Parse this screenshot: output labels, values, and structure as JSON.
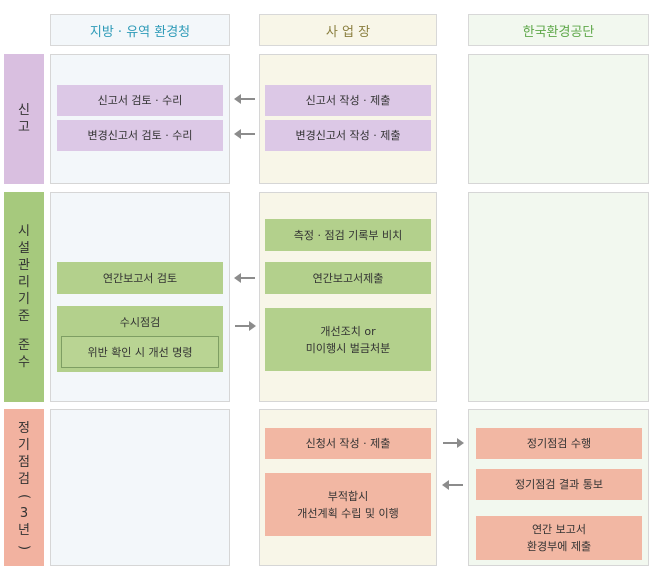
{
  "columns": [
    {
      "label": "지방 · 유역 환경청",
      "color": "#2f9bb8"
    },
    {
      "label": "사 업 장",
      "color": "#8a7f3f"
    },
    {
      "label": "한국환경공단",
      "color": "#5fa84a"
    }
  ],
  "rows": [
    {
      "label": "신고",
      "color": "#d9bfe0"
    },
    {
      "label": "시설관리기준 준수",
      "color": "#a6c97d"
    },
    {
      "label": "정기점검(3년)",
      "color": "#f2b2a0"
    }
  ],
  "boxes": {
    "review": "신고서 검토 · 수리",
    "change_review": "변경신고서 검토 · 수리",
    "write": "신고서 작성 · 제출",
    "change_write": "변경신고서 작성 · 제출",
    "annual_review": "연간보고서 검토",
    "inspection": "수시점검",
    "violation": "위반 확인 시 개선 명령",
    "record": "측정 · 점검 기록부 비치",
    "annual_submit": "연간보고서제출",
    "fine": "개선조치 or\n미이행시 벌금처분",
    "apply": "신청서 작성 · 제출",
    "improve": "부적합시\n개선계획 수립 및 이행",
    "periodic": "정기점검 수행",
    "notify": "정기점검 결과 통보",
    "annual_report": "연간 보고서\n환경부에 제출"
  },
  "colors": {
    "purple_box": "#dcc8e6",
    "green_box": "#b3d08c",
    "salmon_box": "#f2b7a3",
    "arrow": "#8c8c8c",
    "panel_left": "#f3f7fa",
    "panel_mid": "#f8f6e8",
    "panel_right": "#f2f8ef"
  }
}
